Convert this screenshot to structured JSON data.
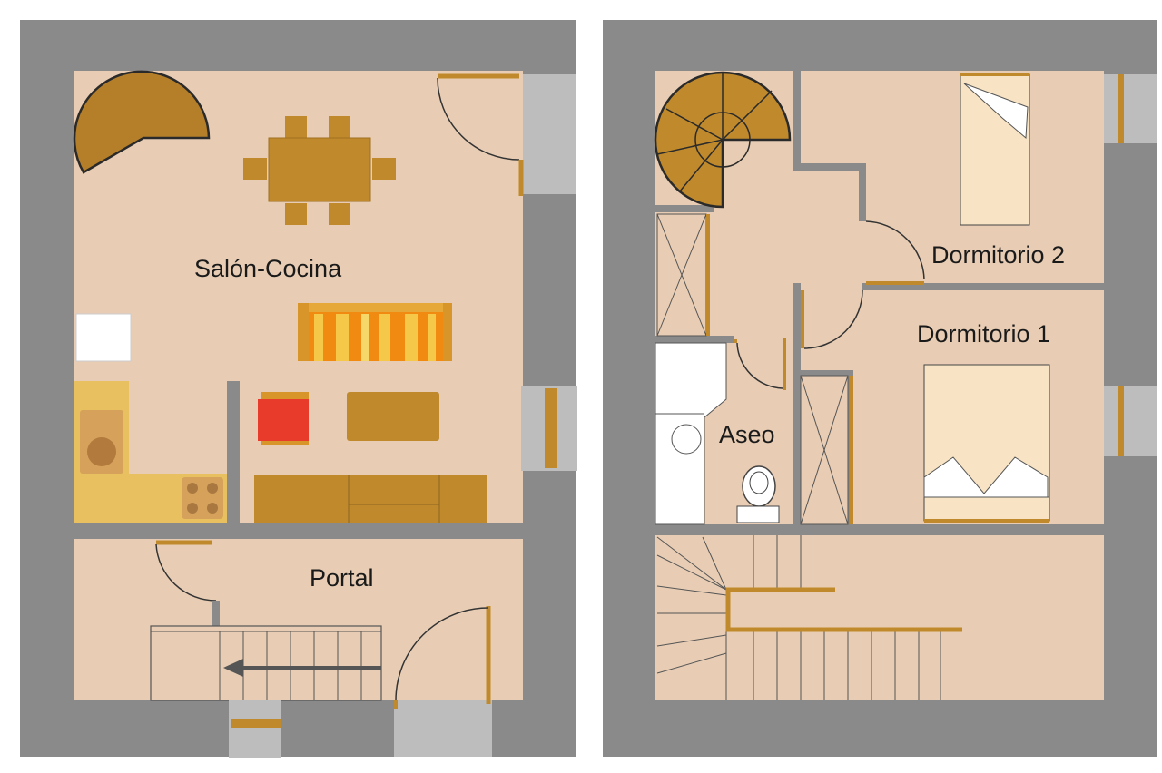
{
  "labels": {
    "salon": "Salón-Cocina",
    "portal": "Portal",
    "aseo": "Aseo",
    "dorm1": "Dormitorio 1",
    "dorm2": "Dormitorio 2"
  },
  "colors": {
    "wall": "#8a8a8a",
    "floor": "#e8cdb4",
    "wood": "#c08a2c",
    "window": "#bdbdbd",
    "sofa_orange": "#f08a10",
    "sofa_yellow": "#f6c84a",
    "armchair_red": "#e83b2c",
    "kitchen_yellow": "#e8c060",
    "bed_cream": "#f8e4c4"
  },
  "icons": [
    "spiral-staircase-icon",
    "dining-table-icon",
    "sofa-icon",
    "armchair-icon",
    "coffee-table-icon",
    "kitchen-counter-icon",
    "stove-icon",
    "sink-icon",
    "toilet-icon",
    "bed-icon",
    "wardrobe-icon",
    "straight-staircase-icon",
    "door-swing-icon",
    "window-icon"
  ]
}
